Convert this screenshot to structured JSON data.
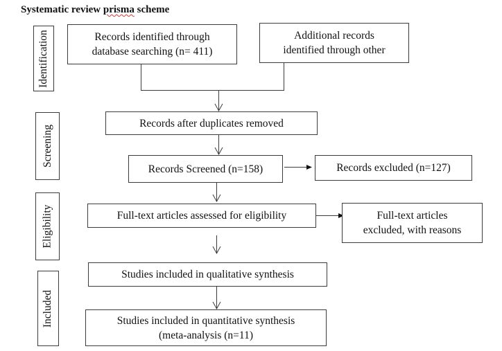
{
  "title": {
    "prefix": "Systematic review ",
    "flagged_word": "prisma",
    "suffix": " scheme"
  },
  "phases": [
    {
      "label": "Identification"
    },
    {
      "label": "Screening"
    },
    {
      "label": "Eligibility"
    },
    {
      "label": "Included"
    }
  ],
  "boxes": {
    "database_records": {
      "line1": "Records identified through",
      "line2": "database searching (n= 411)"
    },
    "additional_records": {
      "line1": "Additional records",
      "line2": "identified through other"
    },
    "duplicates_removed": {
      "text": "Records after duplicates removed"
    },
    "records_screened": {
      "text": "Records Screened (n=158)"
    },
    "records_excluded": {
      "text": "Records excluded (n=127)"
    },
    "fulltext_assessed": {
      "text": "Full-text articles assessed for eligibility"
    },
    "fulltext_excluded": {
      "line1": "Full-text articles",
      "line2": "excluded, with reasons"
    },
    "qualitative": {
      "text": "Studies included in qualitative synthesis"
    },
    "quantitative": {
      "line1": "Studies included in quantitative synthesis",
      "line2": "(meta-analysis (n=11)"
    }
  },
  "colors": {
    "line": "#3a3a3a",
    "spellcheck": "#dd3333"
  }
}
